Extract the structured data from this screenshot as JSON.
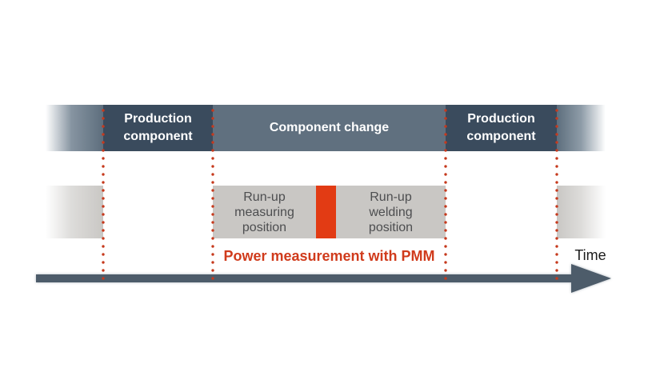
{
  "colors": {
    "phase_dark_slate": "#3a4b5d",
    "phase_light_slate": "#60707f",
    "position_gray": "#c9c7c4",
    "red_block": "#e23b14",
    "red_dotted_line": "#c5391d",
    "red_label_text": "#d03b1c",
    "arrow_slate": "#4d5c6a",
    "position_text": "#4d4e50",
    "background": "#ffffff"
  },
  "top_bar": {
    "left_label": "Production\ncomponent",
    "center_label": "Component change",
    "right_label": "Production\ncomponent"
  },
  "middle_bar": {
    "measuring_label": "Run-up\nmeasuring\nposition",
    "welding_label": "Run-up\nwelding\nposition"
  },
  "annotations": {
    "power_label": "Power measurement with PMM",
    "time_label": "Time"
  }
}
